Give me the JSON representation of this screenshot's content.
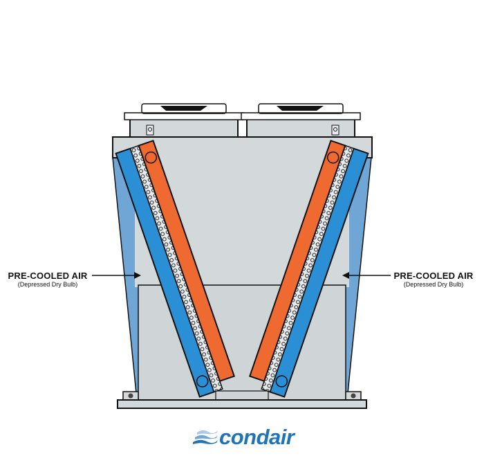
{
  "labels": {
    "left": {
      "title": "PRE-COOLED AIR",
      "subtitle": "(Depressed Dry Bulb)"
    },
    "right": {
      "title": "PRE-COOLED AIR",
      "subtitle": "(Depressed Dry Bulb)"
    }
  },
  "logo": {
    "text": "condair"
  },
  "colors": {
    "pre_cooled_air": "#6fa6d6",
    "coil_blue": "#2a8fd4",
    "coil_orange": "#ef6a31",
    "housing": "#d3d8db",
    "brand": "#1f74b9"
  }
}
